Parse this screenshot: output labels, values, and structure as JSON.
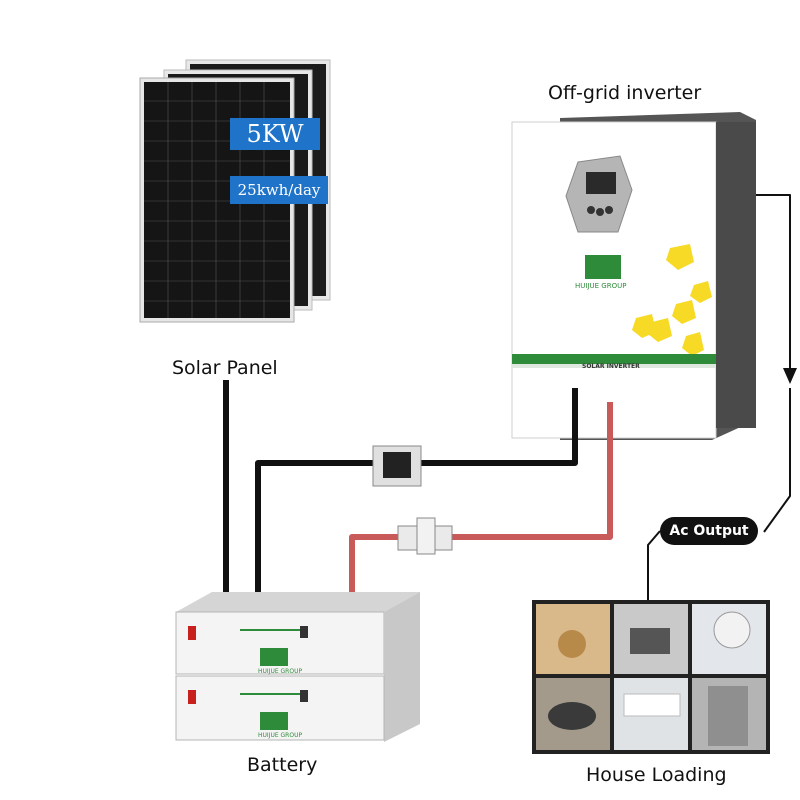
{
  "labels": {
    "inverter": "Off-grid inverter",
    "solar_panel": "Solar Panel",
    "battery": "Battery",
    "house_loading": "House Loading",
    "ac_output": "Ac Output"
  },
  "solar": {
    "power": "5KW",
    "energy": "25kwh/day"
  },
  "inverter": {
    "brand": "HUIJUE GROUP",
    "product": "SOLAR INVERTER"
  },
  "battery": {
    "brand": "HUIJUE GROUP"
  },
  "colors": {
    "badge_blue": "#1f73c8",
    "cable_black": "#111111",
    "cable_red": "#c85a5a",
    "brand_green": "#2e8b3a",
    "yellow": "#f5d400"
  }
}
